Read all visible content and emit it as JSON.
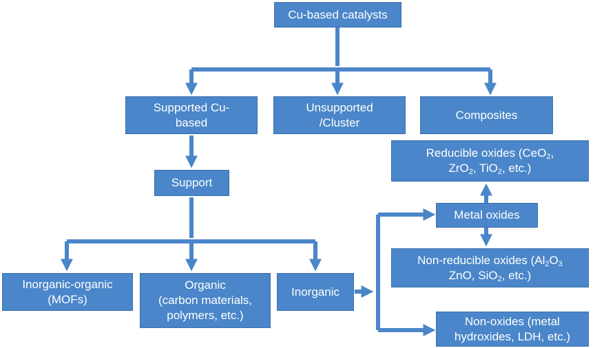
{
  "nodes": {
    "root": {
      "lines": [
        "Cu-based catalysts"
      ]
    },
    "supported": {
      "lines": [
        "Supported Cu-",
        "based"
      ]
    },
    "unsupported": {
      "lines": [
        "Unsupported",
        "/Cluster"
      ]
    },
    "composites": {
      "lines": [
        "Composites"
      ]
    },
    "support": {
      "lines": [
        "Support"
      ]
    },
    "inorganic_organic": {
      "lines": [
        "Inorganic-organic",
        "(MOFs)"
      ]
    },
    "organic": {
      "lines": [
        "Organic",
        "(carbon materials,",
        "polymers, etc.)"
      ]
    },
    "inorganic": {
      "lines": [
        "Inorganic"
      ]
    },
    "reducible": {
      "line1": {
        "a": "Reducible oxides (CeO",
        "s1": "2",
        "b": ","
      },
      "line2": {
        "a": "ZrO",
        "s1": "2",
        "b": ", TiO",
        "s2": "2",
        "c": ", etc.)"
      }
    },
    "metal_oxides": {
      "lines": [
        "Metal oxides"
      ]
    },
    "nonreducible": {
      "line1": {
        "a": "Non-reducible oxides (Al",
        "s1": "2",
        "b": "O",
        "s2": "3"
      },
      "line2": {
        "a": "ZnO, SiO",
        "s1": "2",
        "b": ", etc.)"
      }
    },
    "non_oxides": {
      "lines": [
        "Non-oxides (metal",
        "hydroxides, LDH, etc.)"
      ]
    }
  },
  "colors": {
    "box_fill": "#4a86c9",
    "box_border": "#3a6ea9",
    "text": "#ffffff",
    "arrow": "#4a86c9"
  }
}
